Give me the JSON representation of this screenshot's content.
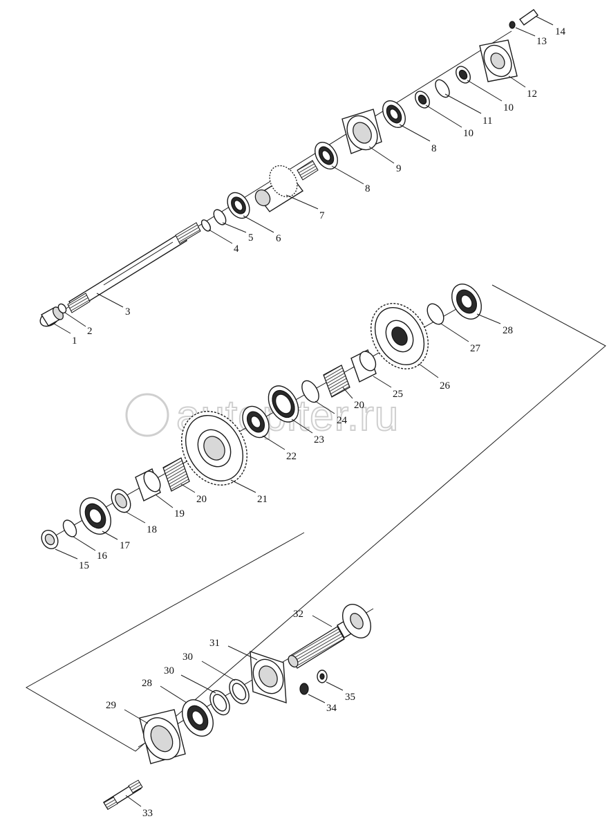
{
  "watermark": {
    "text": "autopiter.ru"
  },
  "callouts": {
    "c1": "1",
    "c2": "2",
    "c3": "3",
    "c4": "4",
    "c5": "5",
    "c6": "6",
    "c7": "7",
    "c8a": "8",
    "c8b": "8",
    "c9": "9",
    "c10a": "10",
    "c10b": "10",
    "c11": "11",
    "c12": "12",
    "c13": "13",
    "c14": "14",
    "c15": "15",
    "c16": "16",
    "c17": "17",
    "c18": "18",
    "c19": "19",
    "c20a": "20",
    "c20b": "20",
    "c21": "21",
    "c22": "22",
    "c23": "23",
    "c24": "24",
    "c25": "25",
    "c26": "26",
    "c27": "27",
    "c28a": "28",
    "c28b": "28",
    "c29": "29",
    "c30a": "30",
    "c30b": "30",
    "c31": "31",
    "c32": "32",
    "c33": "33",
    "c34": "34",
    "c35": "35"
  }
}
